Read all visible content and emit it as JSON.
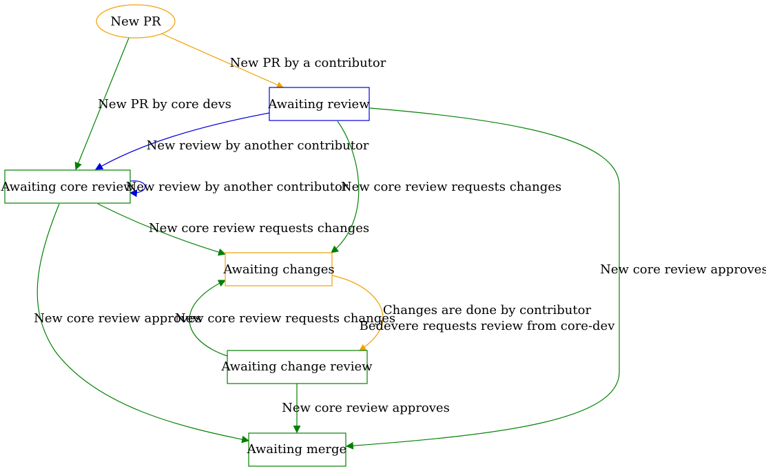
{
  "colors": {
    "orange": "#f0a000",
    "blue": "#0000dd",
    "green": "#008000"
  },
  "nodes": {
    "new_pr": "New PR",
    "awaiting_review": "Awaiting review",
    "awaiting_core_review": "Awaiting core review",
    "awaiting_changes": "Awaiting changes",
    "awaiting_change_review": "Awaiting change review",
    "awaiting_merge": "Awaiting merge"
  },
  "edges": {
    "new_pr_by_contributor": "New PR by a contributor",
    "new_pr_by_core_devs": "New PR by core devs",
    "review_by_another_contributor": "New review by another contributor",
    "self_loop_review": "New review by another contributor",
    "review_to_changes": "New core review requests changes",
    "core_to_changes": "New core review requests changes",
    "review_approves_merge": "New core review approves",
    "core_approves_merge": "New core review approves",
    "change_review_requests_changes": "New core review requests changes",
    "changes_done_line1": "Changes are done by contributor",
    "changes_done_line2": "Bedevere requests review from core-dev",
    "change_review_approves": "New core review approves"
  }
}
